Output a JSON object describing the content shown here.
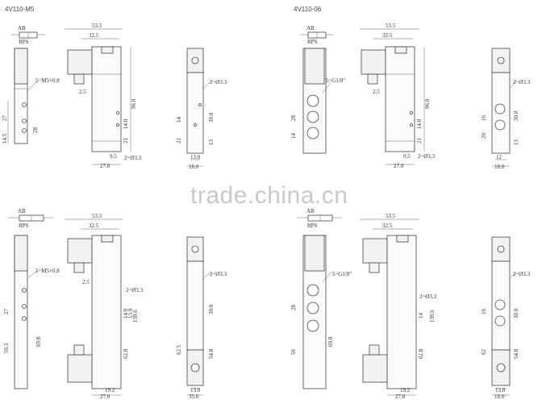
{
  "titles": {
    "top_left": "4V110-M5",
    "top_right": "4V110-06"
  },
  "watermark": "trade.china.cn",
  "symbol": {
    "ab": "AB",
    "rps": "RPS"
  },
  "dims": {
    "w53_5": "53.5",
    "w32_5": "32.5",
    "w2_5": "2.5",
    "w9_5": "9.5",
    "w27_0": "27.0",
    "w13_0": "13.0",
    "w18_0": "18.0",
    "w19_2": "19.2",
    "w35_0": "35.0",
    "h96_0": "96.0",
    "h14_0": "14.0",
    "h21": "21",
    "h27": "27",
    "h14_5": "14.5",
    "h28": "28",
    "h14": "14",
    "h30_0": "30.0",
    "h13": "13",
    "h16": "16",
    "h20": "20",
    "h21b": "21",
    "h13_9": "13.9",
    "h139_6": "139.6",
    "h62_8": "62.8",
    "h56_3": "56.3",
    "h69_8": "69.8",
    "h62_5": "62.5",
    "h54_8": "54.8",
    "h56": "56",
    "h62": "62",
    "h12": "12"
  },
  "callouts": {
    "m5_ports": "5~M5×0.8",
    "g18_ports": "5~G1/8\"",
    "holes_33": "2~Ø3.3"
  }
}
